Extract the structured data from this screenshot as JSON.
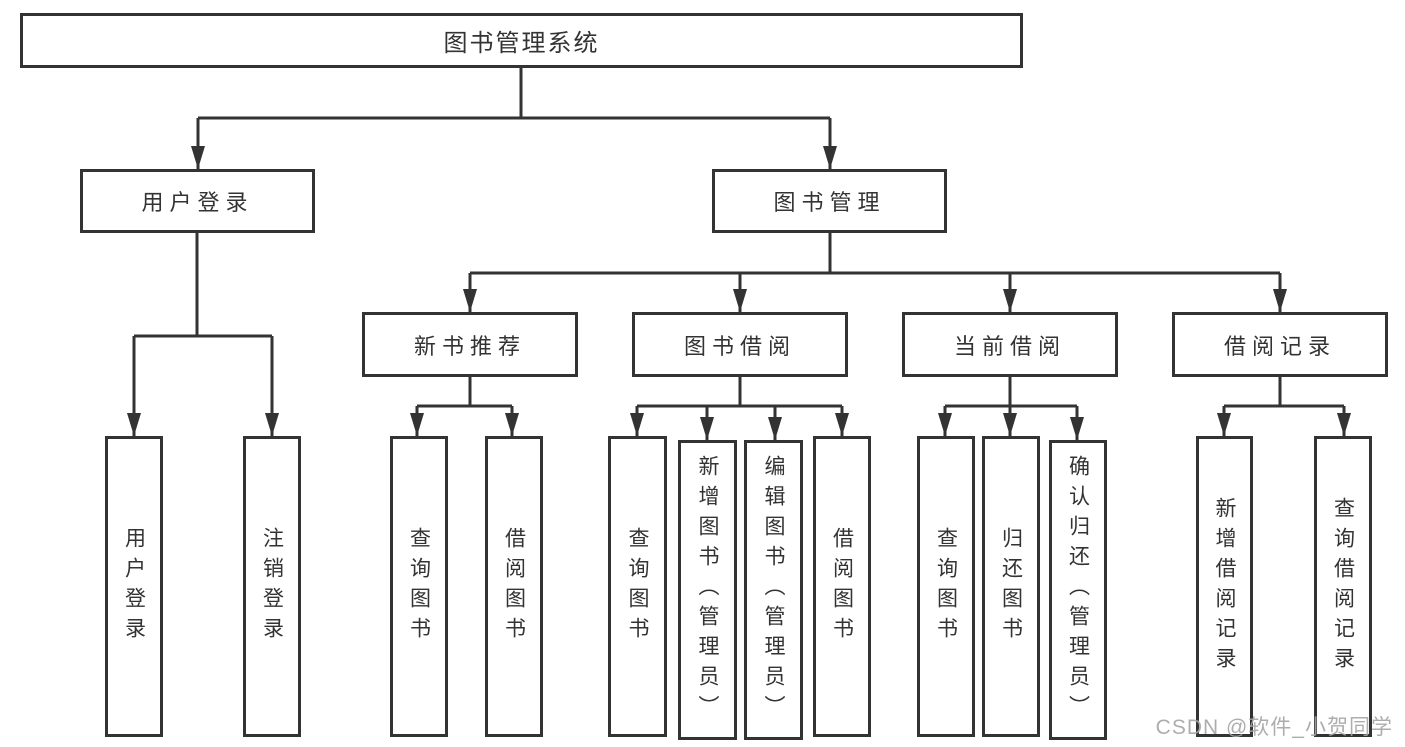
{
  "tree": {
    "label": "图书管理系统",
    "children": [
      {
        "label": "用户登录",
        "children": [
          {
            "label": "用户登录"
          },
          {
            "label": "注销登录"
          }
        ]
      },
      {
        "label": "图书管理",
        "children": [
          {
            "label": "新书推荐",
            "children": [
              {
                "label": "查询图书"
              },
              {
                "label": "借阅图书"
              }
            ]
          },
          {
            "label": "图书借阅",
            "children": [
              {
                "label": "查询图书"
              },
              {
                "label": "新增图书（管理员）"
              },
              {
                "label": "编辑图书（管理员）"
              },
              {
                "label": "借阅图书"
              }
            ]
          },
          {
            "label": "当前借阅",
            "children": [
              {
                "label": "查询图书"
              },
              {
                "label": "归还图书"
              },
              {
                "label": "确认归还（管理员）"
              }
            ]
          },
          {
            "label": "借阅记录",
            "children": [
              {
                "label": "新增借阅记录"
              },
              {
                "label": "查询借阅记录"
              }
            ]
          }
        ]
      }
    ]
  },
  "watermark": {
    "text": "CSDN @软件_小贺同学"
  },
  "colors": {
    "line": "#333333",
    "box_border": "#333333",
    "text": "#333333",
    "watermark": "#a5a5a5",
    "background": "#ffffff"
  }
}
